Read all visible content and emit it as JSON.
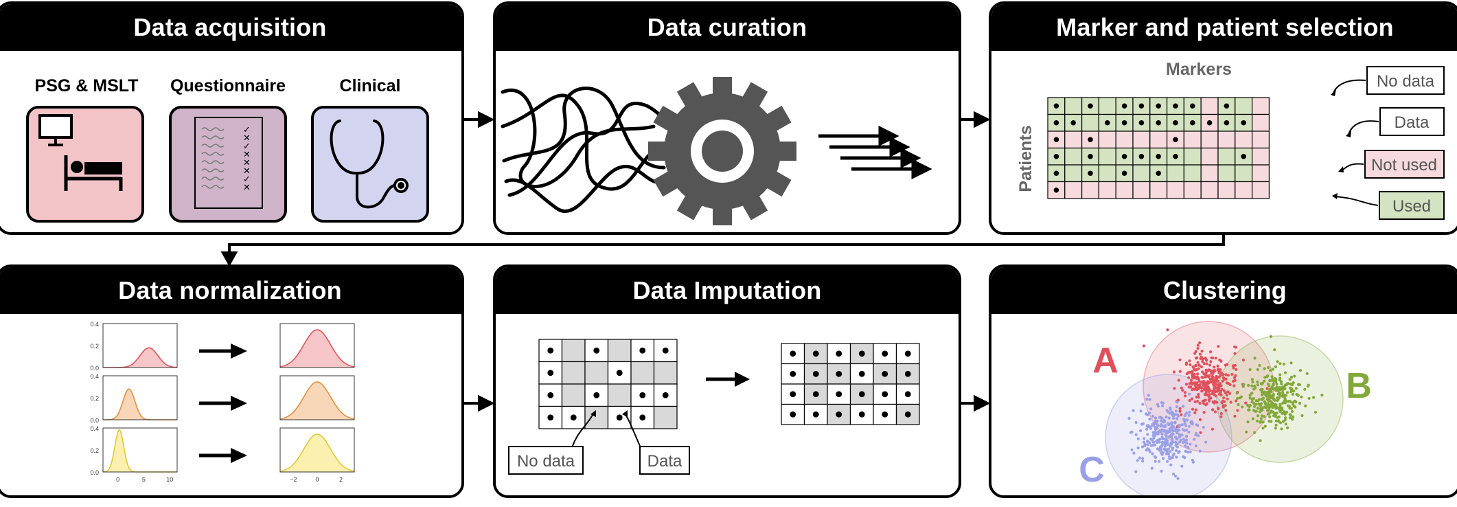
{
  "panels": {
    "acquisition": {
      "title": "Data acquisition",
      "cards": [
        {
          "label": "PSG & MSLT",
          "icon": "monitor-bed-icon",
          "color": "#f2c4c8"
        },
        {
          "label": "Questionnaire",
          "icon": "checklist-icon",
          "color": "#ceb3c9"
        },
        {
          "label": "Clinical",
          "icon": "stethoscope-icon",
          "color": "#d3d4ef"
        }
      ]
    },
    "curation": {
      "title": "Data curation",
      "icon": "gear-icon"
    },
    "selection": {
      "title": "Marker and patient selection",
      "axis_x": "Markers",
      "axis_y": "Patients",
      "legend": [
        "No data",
        "Data",
        "Not used",
        "Used"
      ]
    },
    "normalization": {
      "title": "Data normalization",
      "before_yticks": [
        "0.4",
        "0.2",
        "0.0"
      ],
      "before_xticks": [
        "0",
        "5",
        "10"
      ],
      "after_xticks": [
        "−2",
        "0",
        "2"
      ]
    },
    "imputation": {
      "title": "Data Imputation",
      "legend_nodata": "No data",
      "legend_data": "Data"
    },
    "clustering": {
      "title": "Clustering",
      "clusters": [
        {
          "label": "A",
          "color": "#e0505c"
        },
        {
          "label": "B",
          "color": "#82a83a"
        },
        {
          "label": "C",
          "color": "#9aa0e6"
        }
      ]
    }
  },
  "colors": {
    "used": "#d4e3c2",
    "not_used": "#f6dadd",
    "missing": "#d9d9d9"
  }
}
